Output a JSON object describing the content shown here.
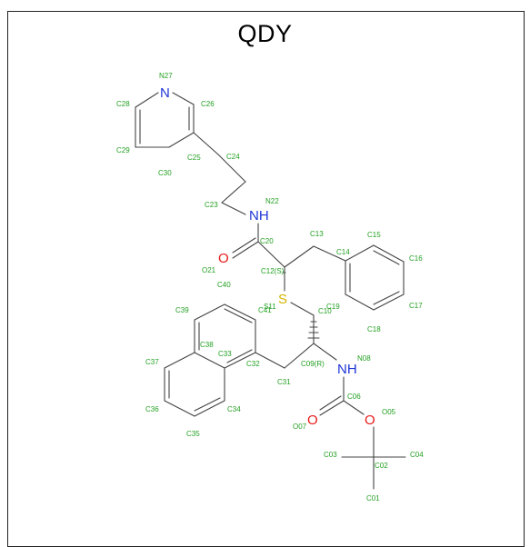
{
  "title": "QDY",
  "colors": {
    "carbon_label": "#22a022",
    "nitrogen": "#1f35d6",
    "oxygen": "#e81a1a",
    "sulfur": "#d4b400",
    "bond": "#444444"
  },
  "atom_names": {
    "N27": "N27",
    "C26": "C26",
    "C28": "C28",
    "C29": "C29",
    "C25": "C25",
    "C30": "C30",
    "C24": "C24",
    "C23": "C23",
    "N22": "N22",
    "C20": "C20",
    "O21": "O21",
    "C13": "C13",
    "C14": "C14",
    "C15": "C15",
    "C16": "C16",
    "C17": "C17",
    "C18": "C18",
    "C19": "C19",
    "C12S": "C12(S)",
    "C40": "C40",
    "S11": "S11",
    "C10": "C10",
    "C41": "C41",
    "C39": "C39",
    "C38": "C38",
    "C33": "C33",
    "C32": "C32",
    "C31": "C31",
    "C09R": "C09(R)",
    "N08": "N08",
    "C37": "C37",
    "C36": "C36",
    "C35": "C35",
    "C34": "C34",
    "C06": "C06",
    "O05": "O05",
    "O07": "O07",
    "C03": "C03",
    "C02": "C02",
    "C04": "C04",
    "C01": "C01"
  },
  "hetero_symbols": {
    "N27": "N",
    "N22": "NH",
    "O21": "O",
    "S11": "S",
    "N08": "NH",
    "O07": "O",
    "O05": "O"
  }
}
